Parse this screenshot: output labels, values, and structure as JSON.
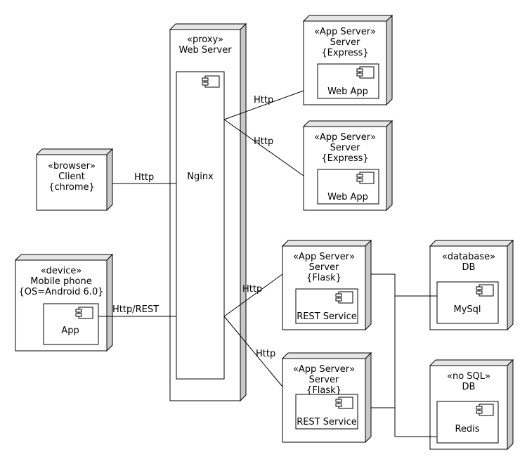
{
  "nodes": {
    "web_server": {
      "stereotype": "«proxy»",
      "name": "Web Server"
    },
    "client": {
      "stereotype": "«browser»",
      "name": "Client",
      "tag": "{chrome}"
    },
    "mobile": {
      "stereotype": "«device»",
      "name": "Mobile phone",
      "tag": "{OS=Android 6.0}"
    },
    "express1": {
      "stereotype": "«App Server»",
      "name": "Server",
      "tag": "{Express}"
    },
    "express2": {
      "stereotype": "«App Server»",
      "name": "Server",
      "tag": "{Express}"
    },
    "flask1": {
      "stereotype": "«App Server»",
      "name": "Server",
      "tag": "{Flask}"
    },
    "flask2": {
      "stereotype": "«App Server»",
      "name": "Server",
      "tag": "{Flask}"
    },
    "mysql_db": {
      "stereotype": "«database»",
      "name": "DB"
    },
    "redis_db": {
      "stereotype": "«no SQL»",
      "name": "DB"
    }
  },
  "components": {
    "nginx": "Nginx",
    "webapp1": "Web App",
    "webapp2": "Web App",
    "app": "App",
    "rest1": "REST Service",
    "rest2": "REST Service",
    "mysql": "MySql",
    "redis": "Redis"
  },
  "connectors": {
    "client_nginx": "Http",
    "app_nginx": "Http/REST",
    "nginx_webapp1": "Http",
    "nginx_webapp2": "Http",
    "nginx_rest1": "Http",
    "nginx_rest2": "Http"
  }
}
